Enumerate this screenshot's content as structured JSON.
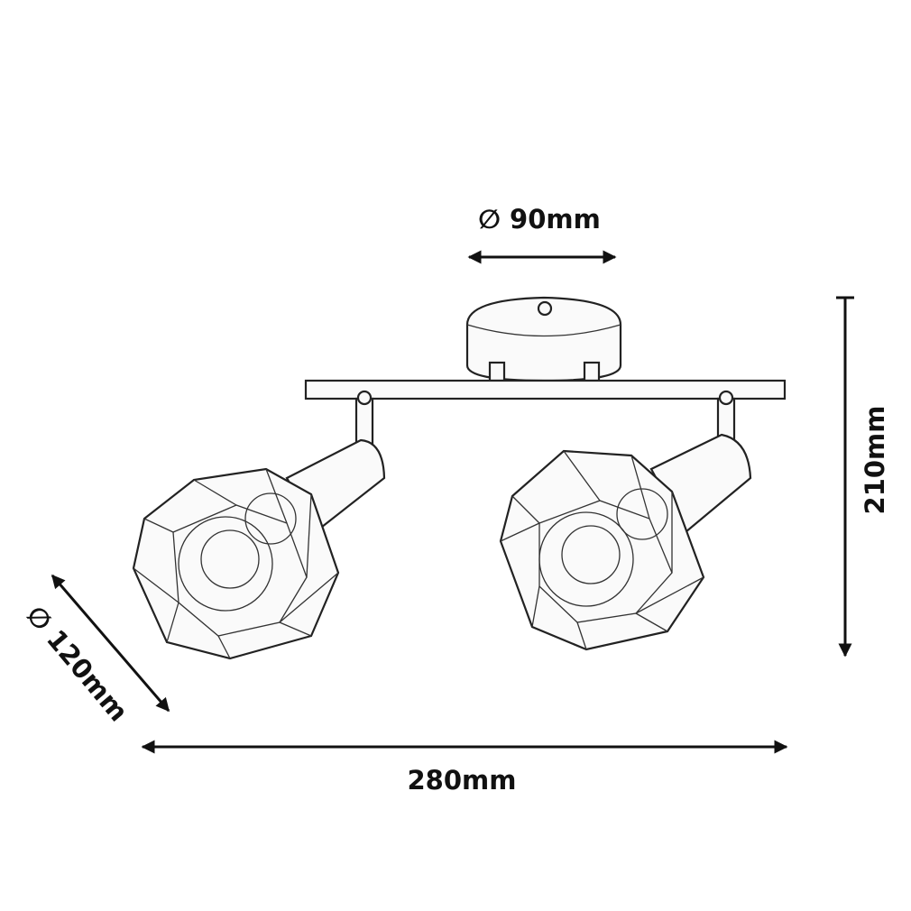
{
  "diagram": {
    "title": "Two-spot ceiling light dimension drawing",
    "dimensions": {
      "canopy_diameter": "∅ 90mm",
      "height": "210mm",
      "shade_diameter": "∅ 120mm",
      "width": "280mm"
    }
  }
}
